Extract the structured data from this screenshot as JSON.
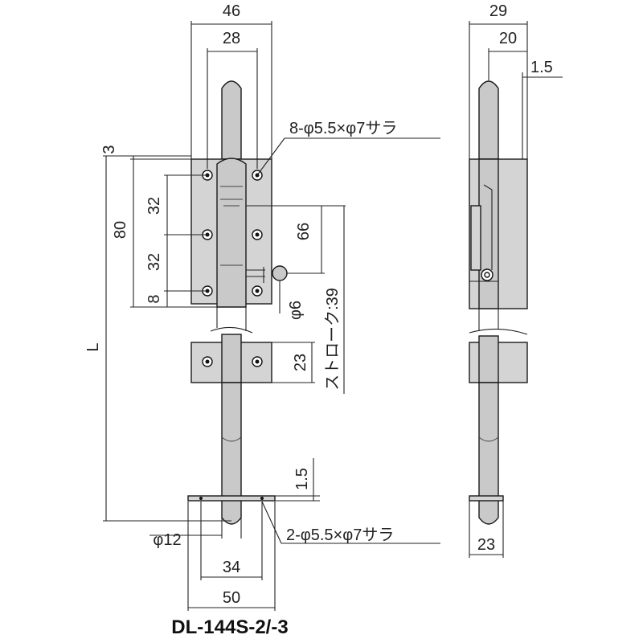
{
  "title": "DL-144S-2/-3",
  "front_view": {
    "dim_width_total": "46",
    "dim_width_inner": "28",
    "dim_top_offset": "3",
    "dim_height_total": "80",
    "dim_pitch_upper": "32",
    "dim_pitch_lower": "32",
    "dim_bottom_offset": "8",
    "dim_length": "L",
    "dim_travel_66": "66",
    "dim_knob": "φ6",
    "dim_stroke": "ストローク:39",
    "dim_keeper_height": "23",
    "dim_plate_gap": "1.5",
    "dim_rod_dia": "φ12",
    "dim_plate_hole_pitch": "34",
    "dim_plate_width": "50",
    "note_body_holes": "8-φ5.5×φ7サラ",
    "note_plate_holes": "2-φ5.5×φ7サラ"
  },
  "side_view": {
    "dim_total": "29",
    "dim_inner": "20",
    "dim_thickness": "1.5",
    "dim_bottom": "23"
  }
}
